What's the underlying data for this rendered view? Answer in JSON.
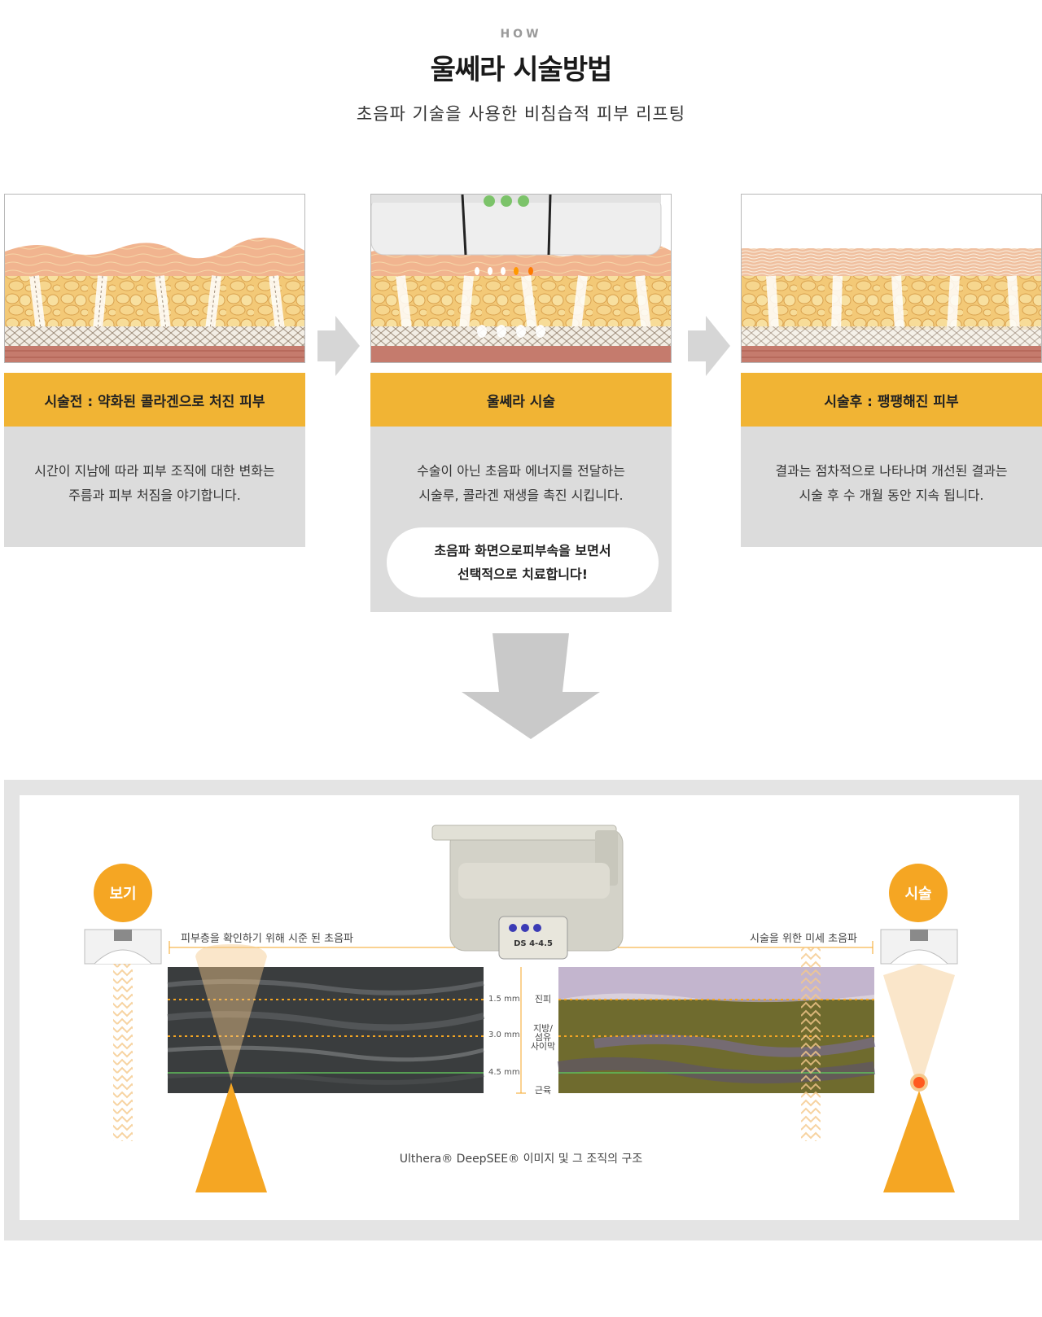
{
  "header": {
    "eyebrow": "HOW",
    "title": "울쎄라 시술방법",
    "subtitle": "초음파 기술을 사용한 비침습적 피부 리프팅"
  },
  "steps": [
    {
      "label": "시술전 : 약화된 콜라겐으로 처진 피부",
      "lines": [
        "시간이 지남에 따라 피부 조직에 대한 변화는",
        "주름과 피부 처짐을 야기합니다."
      ]
    },
    {
      "label": "울쎄라 시술",
      "lines": [
        "수술이 아닌 초음파 에너지를 전달하는",
        "시술루, 콜라겐 재생을 촉진 시킵니다."
      ],
      "note": [
        "초음파 화면으로피부속을 보면서",
        "선택적으로 치료합니다!"
      ]
    },
    {
      "label": "시술후 : 팽팽해진 피부",
      "lines": [
        "결과는 점차적으로 나타나며 개선된 결과는",
        "시술 후 수 개월 동안 지속 됩니다."
      ]
    }
  ],
  "diagram": {
    "left_badge": "보기",
    "right_badge": "시술",
    "left_caption": "피부층을 확인하기 위해 시준 된 초음파",
    "right_caption": "시술을 위한 미세 초음파",
    "device_label": "DS 4-4.5",
    "depths": [
      "1.5 mm",
      "3.0 mm",
      "4.5 mm"
    ],
    "layers": {
      "dermis": "진피",
      "fat_line1": "지방/",
      "fat_line2": "섬유",
      "fat_line3": "사이막",
      "muscle": "근육"
    },
    "footer_caption": "Ulthera® DeepSEE® 이미지 및 그 조직의 구조"
  },
  "colors": {
    "accent": "#f1b434",
    "badge": "#f5a623",
    "step_body": "#dcdcdc",
    "device_dots": "#3b3bb5"
  }
}
